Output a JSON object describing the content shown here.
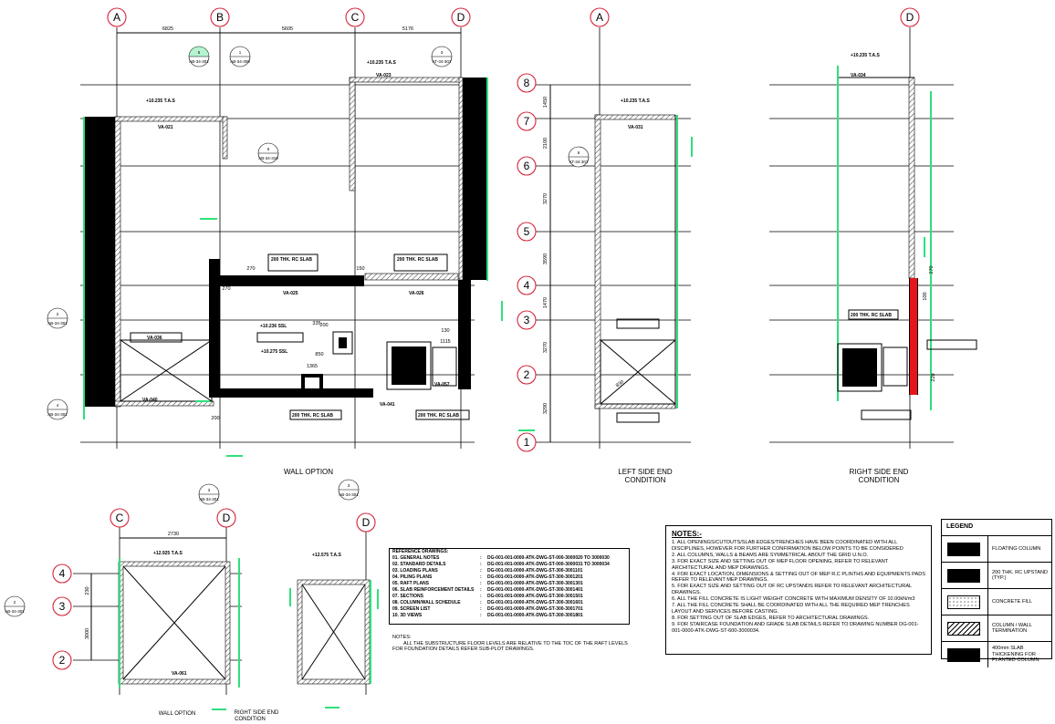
{
  "grid_labels": {
    "main_top": [
      "A",
      "B",
      "C",
      "D"
    ],
    "left_side_top": "A",
    "right_side_top": "D",
    "rows": [
      "8",
      "7",
      "6",
      "5",
      "4",
      "3",
      "2",
      "1"
    ],
    "lower_top": [
      "C",
      "D"
    ],
    "lower_right_top": "D",
    "lower_rows": [
      "4",
      "3",
      "2"
    ]
  },
  "dimensions": {
    "top_spans": [
      "6825",
      "5605",
      "5176"
    ],
    "row_spans": [
      "1450",
      "2100",
      "3270",
      "3590",
      "1470",
      "3270",
      "3290"
    ],
    "misc": [
      "270",
      "270",
      "150",
      "200",
      "200",
      "130",
      "1115",
      "850",
      "1365",
      "335",
      "270",
      "100",
      "220",
      "2730",
      "230",
      "3000",
      "830"
    ]
  },
  "captions": {
    "wall_option": "WALL OPTION",
    "left_side": [
      "LEFT SIDE END",
      "CONDITION"
    ],
    "right_side": [
      "RIGHT SIDE END",
      "CONDITION"
    ],
    "lower_wall_option": "WALL OPTION",
    "lower_right_side": [
      "RIGHT SIDE END",
      "CONDITION"
    ]
  },
  "section_markers": [
    {
      "num": "5",
      "ref": "AB-34-301"
    },
    {
      "num": "1",
      "ref": "AB-34-300"
    },
    {
      "num": "3",
      "ref": "AT-34-301"
    },
    {
      "num": "6",
      "ref": "AB-34-310"
    },
    {
      "num": "2",
      "ref": "AB-34-301"
    },
    {
      "num": "4",
      "ref": "AB-34-301"
    },
    {
      "num": "6",
      "ref": "AT-34-301"
    },
    {
      "num": "3",
      "ref": "AB-34-301"
    },
    {
      "num": "3",
      "ref": "AB-34-301"
    },
    {
      "num": "2",
      "ref": "AB-34-301"
    }
  ],
  "level_tags": [
    "+10.235 T.A.S",
    "+10.235 T.A.S",
    "+10.235 T.A.S",
    "+10.236 SSL",
    "+10.275 SSL",
    "+10.235 T.A.S",
    "+12.925 T.A.S",
    "+12.575 T.A.S"
  ],
  "wall_tags": [
    "VA-021",
    "VA-023",
    "VA-025",
    "VA-026",
    "VA-031",
    "VA-034",
    "VA-036",
    "VA-040",
    "VA-041",
    "VA-057",
    "VA-061"
  ],
  "slab_tags": [
    "200 THK. RC SLAB",
    "200 THK. RC SLAB",
    "200 THK. RC SLAB",
    "200 THK. RC SLAB",
    "200 THK. RC SLAB"
  ],
  "references": {
    "heading": "REFERENCE DRAWINGS:",
    "rows": [
      {
        "name": "01. GENERAL NOTES",
        "ref": "DG-001-001-0000-ATK-DWG-ST-000-3000020 TO 3000030"
      },
      {
        "name": "02. STANDARD DETAILS",
        "ref": "DG-001-001-0000-ATK-DWG-ST-000-3000031 TO 3000034"
      },
      {
        "name": "03. LOADING PLANS",
        "ref": "DG-001-001-0000-ATK-DWG-ST-300-3001101"
      },
      {
        "name": "04. PILING PLANS",
        "ref": "DG-001-001-0000-ATK-DWG-ST-300-3001201"
      },
      {
        "name": "05. RAFT PLANS",
        "ref": "DG-001-001-0000-ATK-DWG-ST-300-3001301"
      },
      {
        "name": "06. SLAB REINFORCEMENT DETAILS",
        "ref": "DG-001-001-0000-ATK-DWG-ST-300-3001401"
      },
      {
        "name": "07. SECTIONS",
        "ref": "DG-001-001-0000-ATK-DWG-ST-300-3001501"
      },
      {
        "name": "08. COLUMN/WALL SCHEDULE",
        "ref": "DG-001-001-0000-ATK-DWG-ST-300-3001601"
      },
      {
        "name": "09. SCREEN LIST",
        "ref": "DG-001-001-0000-ATK-DWG-ST-300-3001701"
      },
      {
        "name": "10. 3D VIEWS",
        "ref": "DG-001-001-0000-ATK-DWG-ST-300-3001801"
      }
    ]
  },
  "base_note": {
    "label": "NOTES:",
    "lines": [
      "ALL THE SUBSTRUCTURE FLOOR LEVELS ARE RELATIVE TO THE TOC OF THE RAFT LEVELS",
      "FOR FOUNDATION DETAILS REFER SUB-PLOT DRAWINGS."
    ]
  },
  "notes": {
    "title": "NOTES:-",
    "items": [
      "1. ALL OPENINGS/CUTOUTS/SLAB EDGES/TRENCHES HAVE BEEN COORDINATED WITH ALL DISCIPLINES, HOWEVER FOR FURTHER CONFIRMATION BELOW POINTS TO BE CONSIDERED",
      "2. ALL COLUMNS, WALLS & BEAMS ARE SYMMETRICAL ABOUT THE GRID U.N.O.",
      "3. FOR EXACT SIZE AND SETTING OUT OF MEP FLOOR OPENING, REFER TO RELEVANT ARCHITECTURAL AND MEP DRAWINGS.",
      "4. FOR EXACT LOCATION, DIMENSIONS & SETTING OUT OF MEP R.C PLINTHS AND EQUIPMENTS PADS REFER TO RELEVANT MEP DRAWINGS.",
      "5. FOR EXACT SIZE AND SETTING OUT OF RC UPSTANDS REFER TO RELEVANT ARCHITECTURAL DRAWINGS.",
      "6. ALL THE FILL CONCRETE IS LIGHT WEIGHT CONCRETE WITH MAXIMUM DENSITY OF 10.00kN/m3",
      "7. ALL THE FILL CONCRETE SHALL BE COORDINATED WITH ALL THE REQUIRED MEP TRENCHES LAYOUT AND SERVICES BEFORE CASTING.",
      "8. FOR SETTING OUT OF SLAB EDGES, REFER TO ARCHITECTURAL DRAWINGS.",
      "9. FOR STAIRCASE FOUNDATION AND GRADE SLAB DETAILS REFER TO DRAWING NUMBER DG-001-001-0000-ATK-DWG-ST-600-3000034."
    ]
  },
  "legend": {
    "title": "LEGEND",
    "items": [
      {
        "swatch": "black",
        "label": "FLOATING COLUMN"
      },
      {
        "swatch": "black",
        "label": "200 THK. RC UPSTAND (TYP.)"
      },
      {
        "swatch": "fill",
        "label": "CONCRETE FILL"
      },
      {
        "swatch": "hatchsw",
        "label": "COLUMN / WALL TERMINATION"
      },
      {
        "swatch": "black",
        "label": "400mm SLAB THICKENING FOR PLANTED COLUMN"
      }
    ]
  },
  "colors": {
    "grid_bubble": "#d4263a",
    "annotation": "#2ee07a",
    "highlight": "#e8141b"
  }
}
